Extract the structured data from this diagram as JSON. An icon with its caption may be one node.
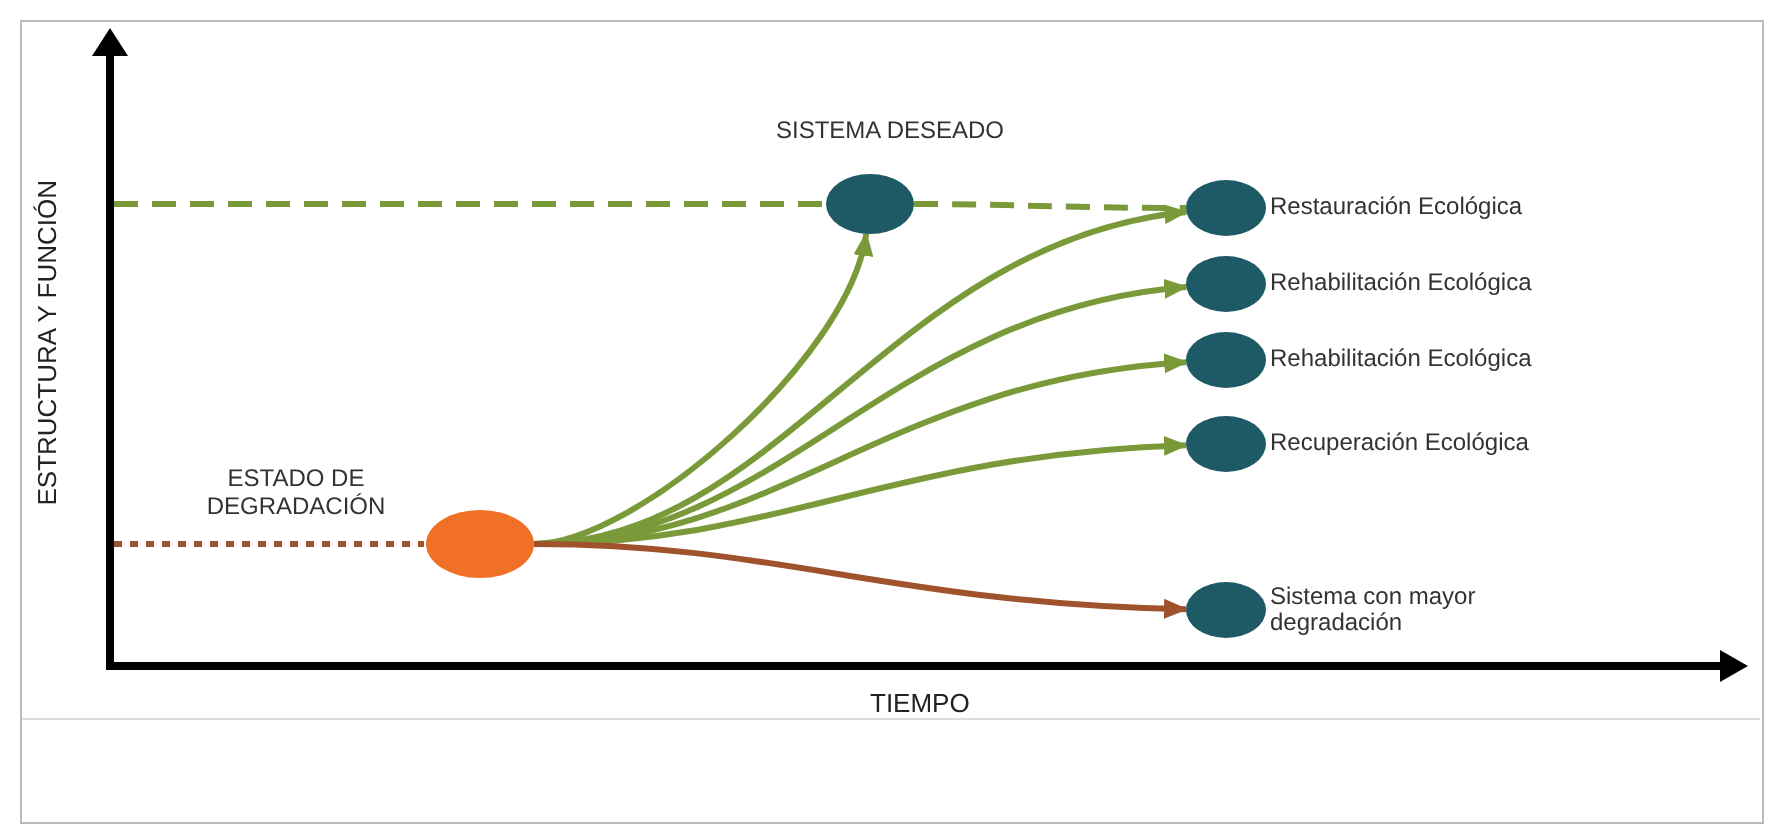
{
  "diagram": {
    "nodes": [
      {
        "text": [],
        "shape": "circle",
        "beside": [
          "ESTADO DE DEGRADACIÓN"
        ]
      },
      {
        "text": [],
        "shape": "circle",
        "beside": [
          "SISTEMA DESEADO"
        ]
      },
      {
        "text": [
          "Restauración Ecológica"
        ]
      },
      {
        "text": [
          "Rehabilitación Ecológica"
        ]
      },
      {
        "text": [
          "Rehabilitación Ecológica"
        ]
      },
      {
        "text": [
          "Recuperación Ecológica"
        ]
      },
      {
        "text": [
          "Sistema con mayor degradación"
        ]
      }
    ],
    "edges": [
      {
        "from": 1,
        "to": 2,
        "arrow": "none",
        "style": "dashed"
      },
      {
        "from": 0,
        "to": 1,
        "arrow": "to"
      },
      {
        "from": 0,
        "to": 2,
        "arrow": "to"
      },
      {
        "from": 0,
        "to": 3,
        "arrow": "to"
      },
      {
        "from": 0,
        "to": 4,
        "arrow": "to"
      },
      {
        "from": 0,
        "to": 5,
        "arrow": "to"
      },
      {
        "from": 0,
        "to": 6,
        "arrow": "to",
        "color": "#a0522d"
      }
    ],
    "labels": [
      "ESTRUCTURA Y FUNCIÓN",
      "TIEMPO"
    ]
  }
}
